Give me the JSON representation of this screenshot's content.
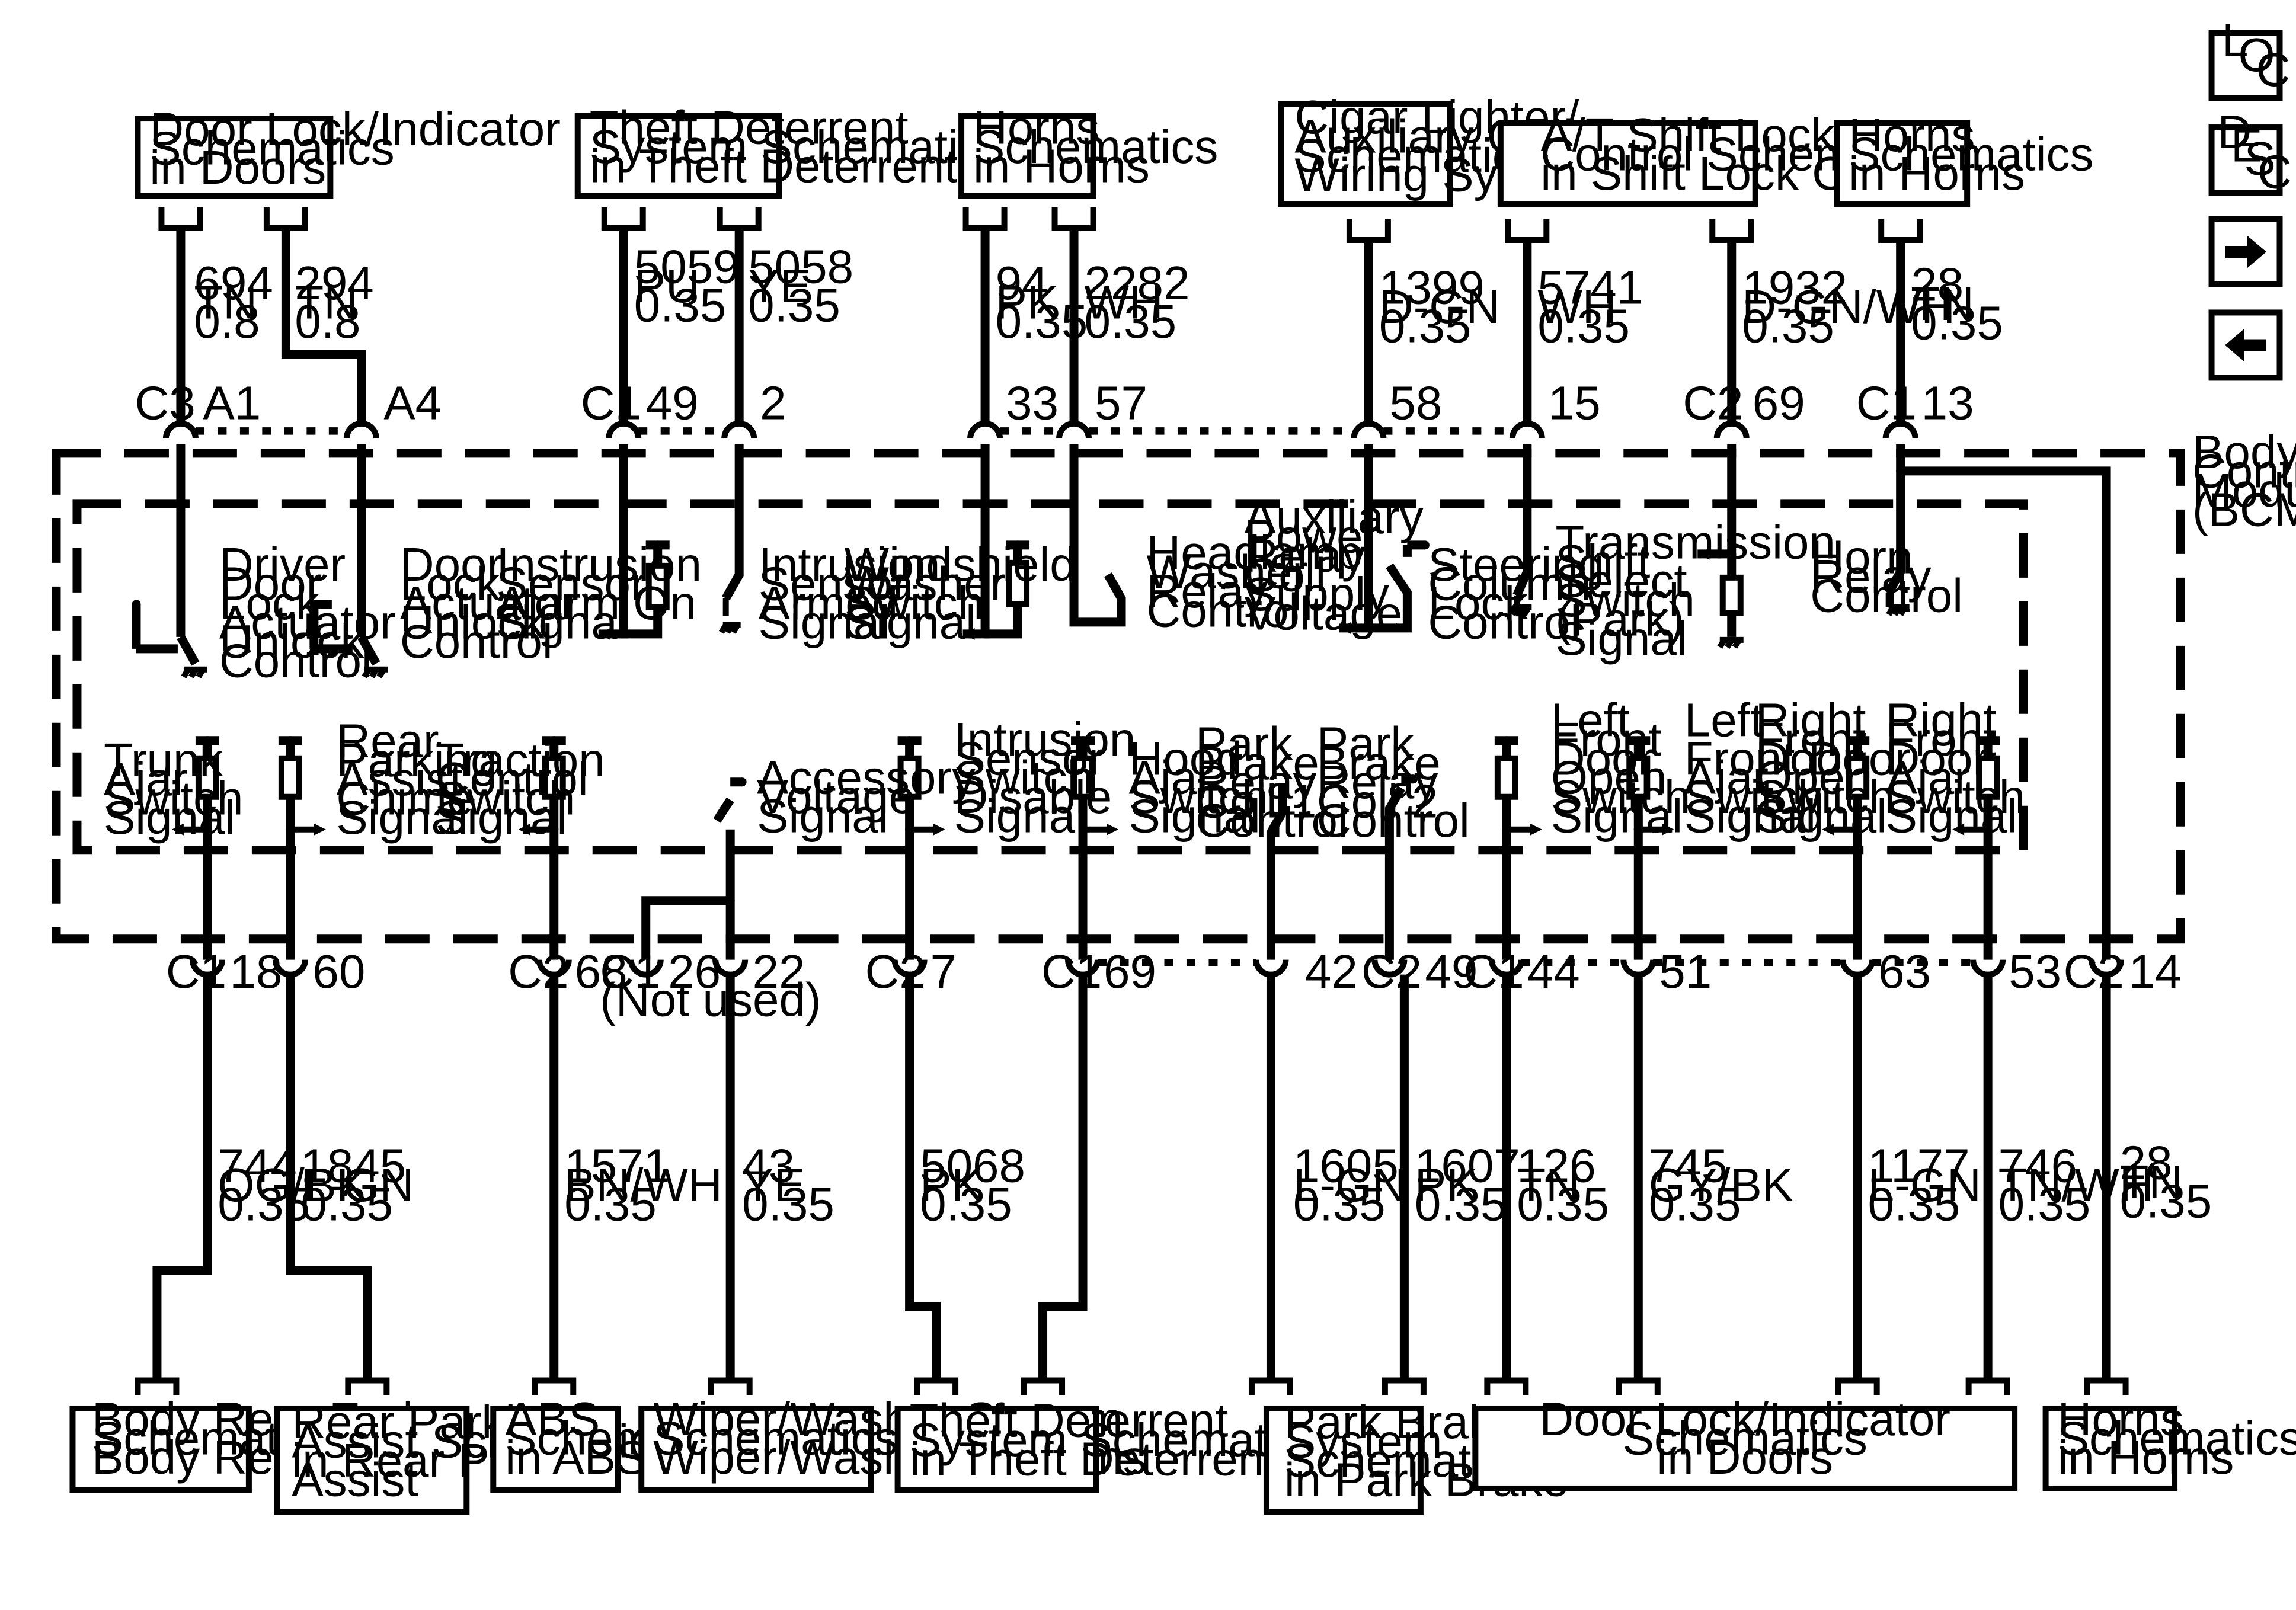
{
  "top_boxes": [
    {
      "id": "b1",
      "lines": [
        "Door Lock/Indicator",
        "Schematics",
        "in Doors"
      ]
    },
    {
      "id": "b2",
      "lines": [
        "Theft Deterrent",
        "System Schematics",
        "in Theft Deterrent"
      ]
    },
    {
      "id": "b3",
      "lines": [
        "Horns",
        "Schematics",
        "in Horns"
      ]
    },
    {
      "id": "b4",
      "lines": [
        "Cigar Lighter/",
        "Auxiliary Outlets",
        "Schematics in",
        "Wiring Systems"
      ]
    },
    {
      "id": "b5",
      "lines": [
        "A/T Shift Lock",
        "Control Schematics",
        "in Shift Lock Control"
      ]
    },
    {
      "id": "b6",
      "lines": [
        "Horns",
        "Schematics",
        "in Horns"
      ]
    }
  ],
  "bottom_boxes": [
    {
      "id": "d1",
      "lines": [
        "Body Rear End",
        "Schematics in",
        "Body Rear End"
      ]
    },
    {
      "id": "d2",
      "lines": [
        "Rear Parking",
        "Assist Schematics",
        "in Rear Parking",
        "Assist"
      ]
    },
    {
      "id": "d3",
      "lines": [
        "ABS",
        "Schematics",
        "in ABS"
      ]
    },
    {
      "id": "d4",
      "lines": [
        "Wiper/Washer System",
        "Schematics in",
        "Wiper/Washer Systems"
      ]
    },
    {
      "id": "d5",
      "lines": [
        "Theft Deterrent",
        "System Schematics",
        "in Theft Deterrent"
      ]
    },
    {
      "id": "d6",
      "lines": [
        "Park Brake",
        "System",
        "Schematics",
        "in Park Brake"
      ]
    },
    {
      "id": "d7",
      "lines": [
        "Door Lock/Indicator",
        "Schematics",
        "in Doors"
      ]
    },
    {
      "id": "d8",
      "lines": [
        "Horns",
        "Schematics",
        "in Horns"
      ]
    }
  ],
  "top_wires": [
    {
      "id": "tw1",
      "lines": [
        "694",
        "TN",
        "0.8"
      ]
    },
    {
      "id": "tw2",
      "lines": [
        "294",
        "TN",
        "0.8"
      ]
    },
    {
      "id": "tw3",
      "lines": [
        "5059",
        "PU",
        "0.35"
      ]
    },
    {
      "id": "tw4",
      "lines": [
        "5058",
        "YE",
        "0.35"
      ]
    },
    {
      "id": "tw5",
      "lines": [
        "94",
        "PK",
        "0.35"
      ]
    },
    {
      "id": "tw6",
      "lines": [
        "2282",
        "WH",
        "0.35"
      ]
    },
    {
      "id": "tw7",
      "lines": [
        "1399",
        "D-GN",
        "0.35"
      ]
    },
    {
      "id": "tw8",
      "lines": [
        "5741",
        "WH",
        "0.35"
      ]
    },
    {
      "id": "tw9",
      "lines": [
        "1932",
        "D-GN/WH",
        "0.35"
      ]
    },
    {
      "id": "tw10",
      "lines": [
        "28",
        "TN",
        "0.35"
      ]
    }
  ],
  "bottom_wires": [
    {
      "id": "bw1",
      "lines": [
        "744",
        "OG/BK",
        "0.35"
      ]
    },
    {
      "id": "bw2",
      "lines": [
        "1845",
        "L-GN",
        "0.35"
      ]
    },
    {
      "id": "bw3",
      "lines": [
        "1571",
        "BN/WH",
        "0.35"
      ]
    },
    {
      "id": "bw4",
      "lines": [
        "43",
        "YE",
        "0.35"
      ]
    },
    {
      "id": "bw5",
      "lines": [
        "5068",
        "PK",
        "0.35"
      ]
    },
    {
      "id": "bw6",
      "lines": [
        "1605",
        "L-GN",
        "0.35"
      ]
    },
    {
      "id": "bw7",
      "lines": [
        "1607",
        "PK",
        "0.35"
      ]
    },
    {
      "id": "bw8",
      "lines": [
        "126",
        "TN",
        "0.35"
      ]
    },
    {
      "id": "bw9",
      "lines": [
        "745",
        "GY/BK",
        "0.35"
      ]
    },
    {
      "id": "bw10",
      "lines": [
        "1177",
        "L-GN",
        "0.35"
      ]
    },
    {
      "id": "bw11",
      "lines": [
        "746",
        "TN/WH",
        "0.35"
      ]
    },
    {
      "id": "bw12",
      "lines": [
        "28",
        "TN",
        "0.35"
      ]
    }
  ],
  "top_pins": [
    {
      "id": "tp1",
      "text": "A1"
    },
    {
      "id": "tp2",
      "text": "A4"
    },
    {
      "id": "tp3",
      "text": "49"
    },
    {
      "id": "tp4",
      "text": "2"
    },
    {
      "id": "tp5",
      "text": "33"
    },
    {
      "id": "tp6",
      "text": "57"
    },
    {
      "id": "tp7",
      "text": "58"
    },
    {
      "id": "tp8",
      "text": "15"
    },
    {
      "id": "tp9",
      "text": "69"
    },
    {
      "id": "tp10",
      "text": "13"
    }
  ],
  "bottom_pins": [
    {
      "id": "bp1",
      "text": "18"
    },
    {
      "id": "bp2",
      "text": "60"
    },
    {
      "id": "bp3",
      "text": "68"
    },
    {
      "id": "bp4",
      "text": "26"
    },
    {
      "id": "bp5",
      "text": "22"
    },
    {
      "id": "bp6",
      "text": "7"
    },
    {
      "id": "bp7",
      "text": "69"
    },
    {
      "id": "bp8",
      "text": "42"
    },
    {
      "id": "bp9",
      "text": "49"
    },
    {
      "id": "bp10",
      "text": "44"
    },
    {
      "id": "bp11",
      "text": "51"
    },
    {
      "id": "bp12",
      "text": "63"
    },
    {
      "id": "bp13",
      "text": "53"
    },
    {
      "id": "bp14",
      "text": "14"
    }
  ],
  "connector_ids": [
    {
      "id": "ct1",
      "text": "C3"
    },
    {
      "id": "ct2",
      "text": "C1"
    },
    {
      "id": "ct3",
      "text": "C2"
    },
    {
      "id": "ct4",
      "text": "C1"
    },
    {
      "id": "cb1",
      "text": "C1"
    },
    {
      "id": "cb2",
      "text": "C2"
    },
    {
      "id": "cb3",
      "text": "C1"
    },
    {
      "id": "cb4",
      "text": "C2"
    },
    {
      "id": "cb5",
      "text": "C1"
    },
    {
      "id": "cb6",
      "text": "C2"
    },
    {
      "id": "cb7",
      "text": "C1"
    },
    {
      "id": "cb8",
      "text": "C2"
    }
  ],
  "not_used": "(Not used)",
  "module_label": [
    "Body",
    "Control",
    "Module",
    "(BCM)"
  ],
  "upper_labels": [
    {
      "id": "u1",
      "lines": [
        "Driver",
        "Door",
        "Lock",
        "Actuator",
        "Unlock",
        "Control"
      ]
    },
    {
      "id": "u2",
      "lines": [
        "Door",
        "Lock",
        "Actuator",
        "Unlock",
        "Control"
      ]
    },
    {
      "id": "u3",
      "lines": [
        "Instrusion",
        "Sensor",
        "Alarm On",
        "Signal"
      ]
    },
    {
      "id": "u4",
      "lines": [
        "Intrusion",
        "Sensor",
        "Armed",
        "Signal"
      ]
    },
    {
      "id": "u5",
      "lines": [
        "Windshield",
        "Washer",
        "Switch",
        "Signal"
      ]
    },
    {
      "id": "u6",
      "lines": [
        "Headlamp",
        "Washer",
        "Relay",
        "Control"
      ]
    },
    {
      "id": "u7",
      "lines": [
        "Auxiliary",
        "Power",
        "Relay",
        "Coil",
        "Supply",
        "Voltage"
      ]
    },
    {
      "id": "u8",
      "lines": [
        "Steering",
        "Column",
        "Lock",
        "Control"
      ]
    },
    {
      "id": "u9",
      "lines": [
        "Transmission",
        "Shift",
        "Select",
        "Switch",
        "(Park)",
        "Signal"
      ]
    },
    {
      "id": "u10",
      "lines": [
        "Horn",
        "Relay",
        "Control"
      ]
    }
  ],
  "lower_labels": [
    {
      "id": "l1",
      "lines": [
        "Trunk",
        "Ajar",
        "Switch",
        "Signal"
      ]
    },
    {
      "id": "l2",
      "lines": [
        "Rear",
        "Parking",
        "Assist",
        "Chime",
        "Signal"
      ]
    },
    {
      "id": "l3",
      "lines": [
        "Traction",
        "Control",
        "Switch",
        "Signal"
      ]
    },
    {
      "id": "l4",
      "lines": [
        "Accessory",
        "Voltage",
        "Signal"
      ]
    },
    {
      "id": "l5",
      "lines": [
        "Intrusion",
        "Sensor",
        "Switch",
        "Disable",
        "Signal"
      ]
    },
    {
      "id": "l6",
      "lines": [
        "Hood",
        "Ajar",
        "Switch",
        "Signal"
      ]
    },
    {
      "id": "l7",
      "lines": [
        "Park",
        "Brake",
        "Relay",
        "Coil 1",
        "Control"
      ]
    },
    {
      "id": "l8",
      "lines": [
        "Park",
        "Brake",
        "Relay",
        "Coil 2",
        "Control"
      ]
    },
    {
      "id": "l9",
      "lines": [
        "Left",
        "Front",
        "Door",
        "Open",
        "Switch",
        "Signal"
      ]
    },
    {
      "id": "l10",
      "lines": [
        "Left",
        "Front Door",
        "Ajar",
        "Switch",
        "Signal"
      ]
    },
    {
      "id": "l11",
      "lines": [
        "Right",
        "Front",
        "Door",
        "Open",
        "Switch",
        "Signal"
      ]
    },
    {
      "id": "l12",
      "lines": [
        "Right",
        "Front",
        "Door",
        "Ajar",
        "Switch",
        "Signal"
      ]
    }
  ],
  "side_buttons": {
    "loc": {
      "a": "L",
      "b": "O",
      "c": "C"
    },
    "desc": {
      "a": "D",
      "b": "E",
      "c": "S",
      "d": "C"
    },
    "next_icon": "arrow-right",
    "prev_icon": "arrow-left"
  }
}
